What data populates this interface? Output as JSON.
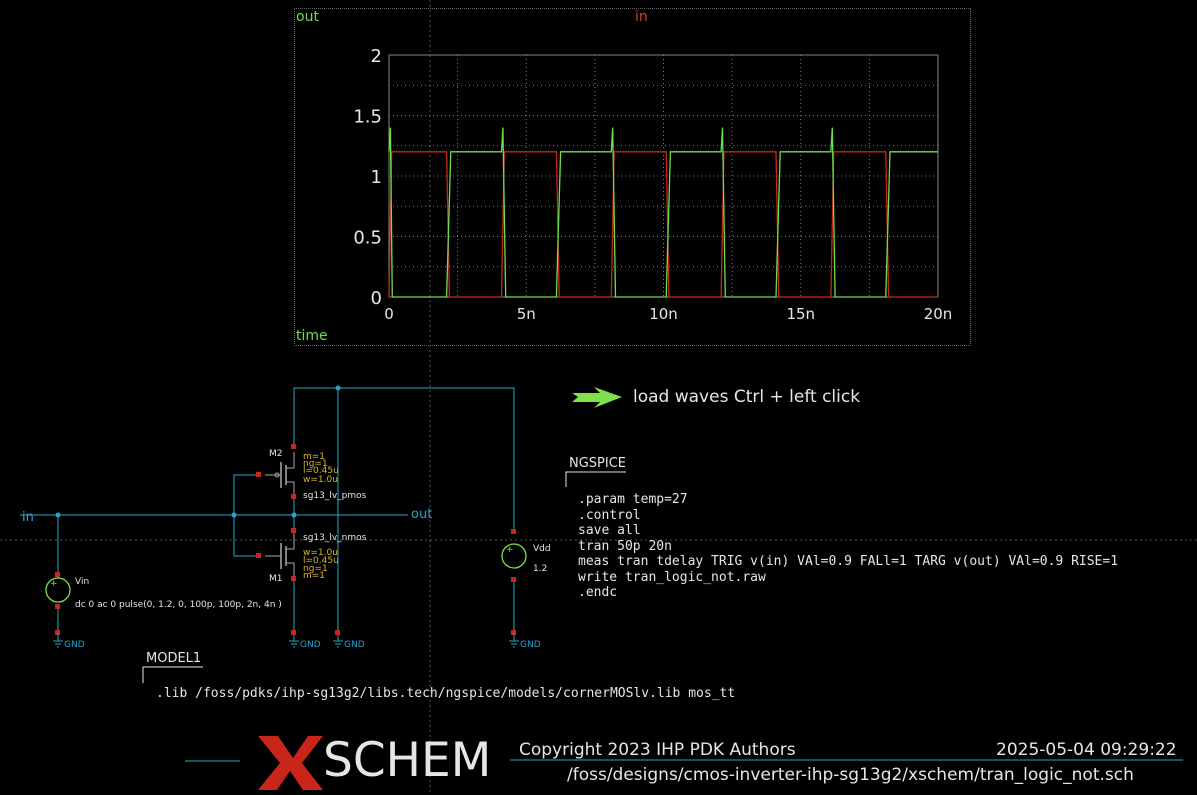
{
  "graph": {
    "trace_out_label": "out",
    "trace_in_label": "in",
    "x_axis_label": "time",
    "colors": {
      "out": "#6ee04a",
      "in": "#c8261b",
      "grid": "#8a8a8a",
      "text": "#e6e6e6"
    }
  },
  "chart_data": {
    "type": "line",
    "x_unit": "s",
    "xlim": [
      0,
      20
    ],
    "ylim": [
      0,
      2
    ],
    "x_ticks": [
      "0",
      "5n",
      "10n",
      "15n",
      "20n"
    ],
    "y_ticks": [
      "0",
      "0.5",
      "1",
      "1.5",
      "2"
    ],
    "grid": true,
    "series": [
      {
        "name": "out",
        "color": "#6ee04a",
        "x": [
          0,
          0.05,
          0.12,
          2.1,
          2.25,
          2.35,
          4.1,
          4.15,
          4.25,
          6.1,
          6.25,
          6.35,
          8.1,
          8.15,
          8.25,
          10.1,
          10.25,
          10.35,
          12.1,
          12.15,
          12.25,
          14.1,
          14.25,
          14.35,
          16.1,
          16.15,
          16.25,
          18.1,
          18.25,
          18.35,
          20
        ],
        "y": [
          1.2,
          1.4,
          0,
          0,
          1.2,
          1.2,
          1.2,
          1.4,
          0,
          0,
          1.2,
          1.2,
          1.2,
          1.4,
          0,
          0,
          1.2,
          1.2,
          1.2,
          1.4,
          0,
          0,
          1.2,
          1.2,
          1.2,
          1.4,
          0,
          0,
          1.2,
          1.2,
          1.2
        ]
      },
      {
        "name": "in",
        "color": "#c8261b",
        "x": [
          0,
          0.1,
          2.1,
          2.2,
          4.1,
          4.2,
          6.1,
          6.2,
          8.1,
          8.2,
          10.1,
          10.2,
          12.1,
          12.2,
          14.1,
          14.2,
          16.1,
          16.2,
          18.1,
          18.2,
          20
        ],
        "y": [
          0,
          1.2,
          1.2,
          0,
          0,
          1.2,
          1.2,
          0,
          0,
          1.2,
          1.2,
          0,
          0,
          1.2,
          1.2,
          0,
          0,
          1.2,
          1.2,
          0,
          0
        ]
      }
    ]
  },
  "hint": {
    "text": "load waves Ctrl + left click"
  },
  "schematic": {
    "pins": {
      "in": "in",
      "out": "out"
    },
    "m2": {
      "name": "M2",
      "m": "m=1",
      "ng": "ng=1",
      "l": "l=0.45u",
      "w": "w=1.0u",
      "model": "sg13_lv_pmos"
    },
    "m1": {
      "name": "M1",
      "m": "m=1",
      "ng": "ng=1",
      "l": "l=0.45u",
      "w": "w=1.0u",
      "model": "sg13_lv_nmos"
    },
    "vin": {
      "name": "Vin",
      "value": "dc 0 ac 0 pulse(0, 1.2, 0, 100p, 100p, 2n, 4n )",
      "plus": "+"
    },
    "vdd": {
      "name": "Vdd",
      "value": "1.2",
      "plus": "+"
    },
    "gnd_label": "GND"
  },
  "ngspice": {
    "title": "NGSPICE",
    "lines": [
      ".param temp=27",
      ".control",
      "save all",
      "tran 50p 20n",
      "meas tran tdelay TRIG v(in) VAl=0.9 FALl=1 TARG v(out) VAl=0.9 RISE=1",
      "write tran_logic_not.raw",
      ".endc"
    ]
  },
  "model": {
    "title": "MODEL1",
    "line": ".lib /foss/pdks/ihp-sg13g2/libs.tech/ngspice/models/cornerMOSlv.lib mos_tt"
  },
  "footer": {
    "logo_text": "SCHEM",
    "copyright": "Copyright 2023 IHP PDK Authors",
    "datetime": "2025-05-04  09:29:22",
    "filepath": "/foss/designs/cmos-inverter-ihp-sg13g2/xschem/tran_logic_not.sch"
  }
}
